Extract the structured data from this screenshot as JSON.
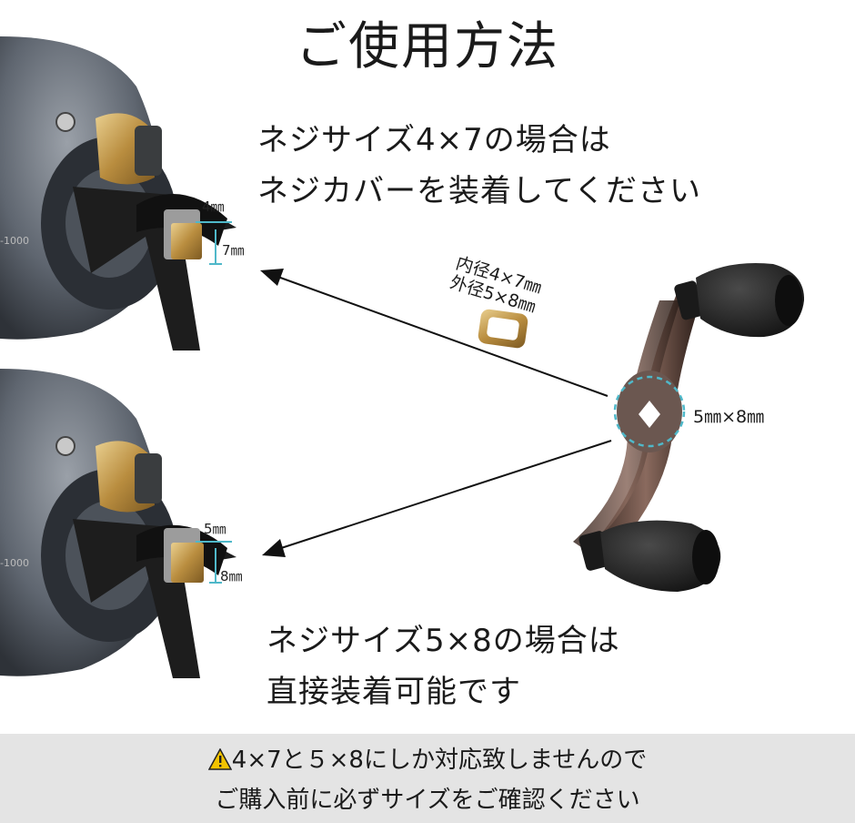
{
  "title": "ご使用方法",
  "instruction_4x7": {
    "line1": "ネジサイズ4×7の場合は",
    "line2": "ネジカバーを装着してください"
  },
  "instruction_5x8": {
    "line1": "ネジサイズ5×8の場合は",
    "line2": "直接装着可能です"
  },
  "reel_top": {
    "dim_width": "4㎜",
    "dim_length": "7㎜",
    "model_mark": "-1000"
  },
  "reel_bottom": {
    "dim_width": "5㎜",
    "dim_length": "8㎜",
    "model_mark": "-1000"
  },
  "spacer": {
    "inner": "内径4×7㎜",
    "outer": "外径5×8㎜"
  },
  "handle": {
    "hole_size": "5㎜×8㎜"
  },
  "notice": {
    "icon": "warning-icon",
    "line1": "4×7と５×8にしか対応致しませんので",
    "line2": "ご購入前に必ずサイズをご確認ください"
  },
  "colors": {
    "accent": "#4fb8c9",
    "warning": "#f2c300",
    "footer_bg": "#e4e4e4",
    "spacer": "#c49a5a"
  }
}
